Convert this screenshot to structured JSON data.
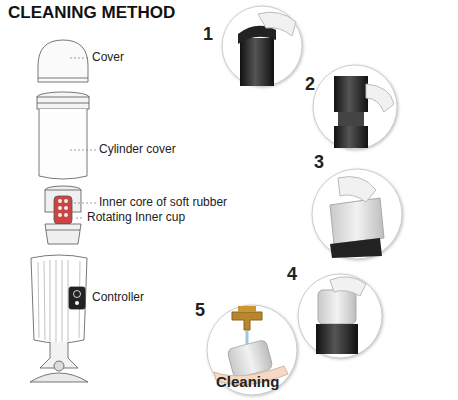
{
  "diagram": {
    "title": "CLEANING METHOD",
    "labels": [
      "Cover",
      "Cylinder cover",
      "Inner core of soft rubber",
      "Rotating Inner cup",
      "Controller",
      "1",
      "2",
      "3",
      "4",
      "5",
      "Cleaning"
    ]
  }
}
